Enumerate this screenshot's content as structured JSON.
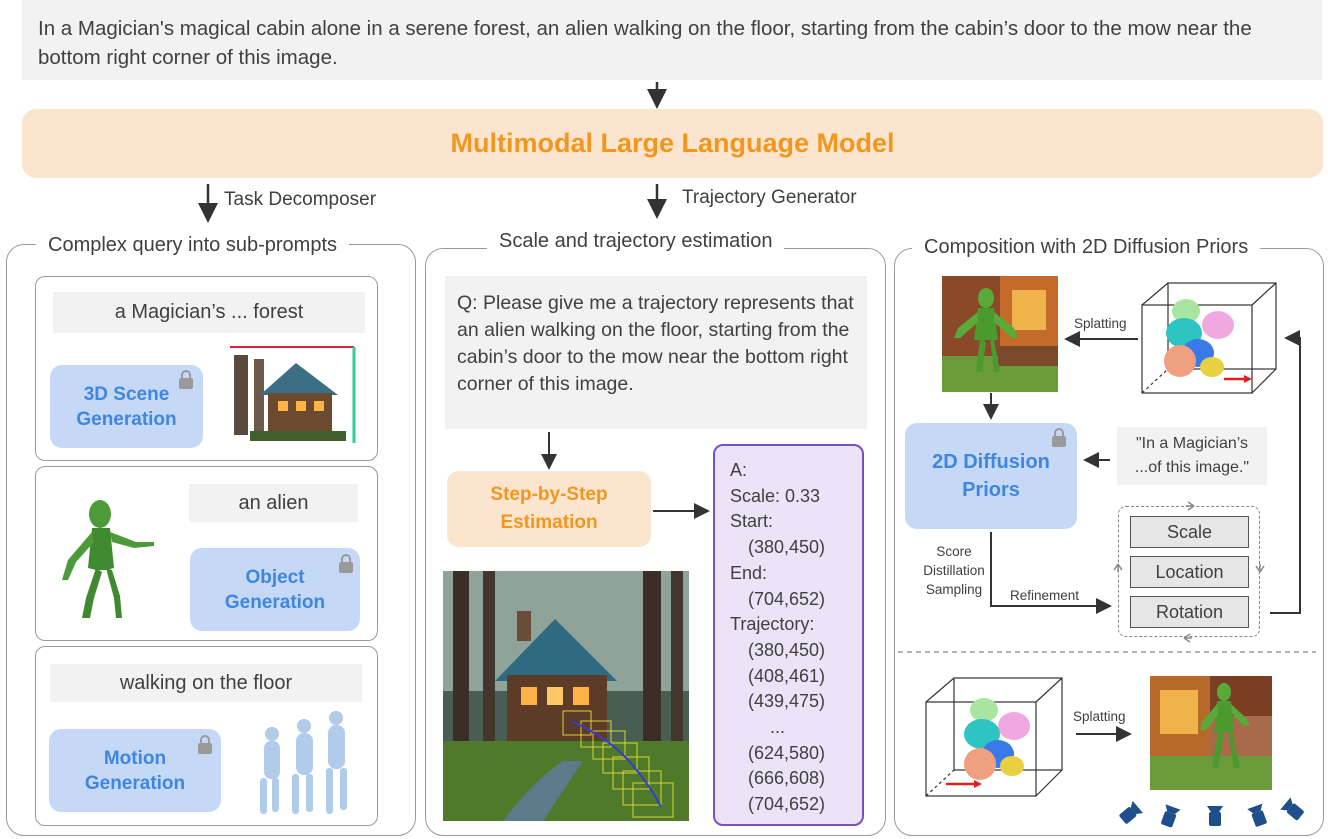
{
  "query": "In a Magician's magical cabin alone in a serene forest, an alien walking on the floor, starting from the cabin’s door to the mow near the bottom right corner of this image.",
  "mllm": "Multimodal Large Language Model",
  "task_decomposer": "Task Decomposer",
  "trajectory_generator": "Trajectory Generator",
  "left": {
    "title": "Complex query into sub-prompts",
    "scene": {
      "prompt": "a Magician’s ... forest",
      "module": "3D Scene Generation"
    },
    "object": {
      "prompt": "an alien",
      "module": "Object Generation"
    },
    "motion": {
      "prompt": "walking on the floor",
      "module": "Motion Generation"
    }
  },
  "middle": {
    "title": "Scale and trajectory estimation",
    "question": "Q: Please give me a trajectory represents that an alien walking on the floor, starting from the cabin’s door to the mow near the bottom right corner of this image.",
    "step_box": "Step-by-Step Estimation",
    "answer": {
      "label": "A:",
      "scale": "Scale: 0.33",
      "start_label": "Start:",
      "start": "(380,450)",
      "end_label": "End:",
      "end": "(704,652)",
      "trajectory_label": "Trajectory:",
      "points": [
        "(380,450)",
        "(408,461)",
        "(439,475)",
        "...",
        "(624,580)",
        "(666,608)",
        "(704,652)"
      ]
    }
  },
  "right": {
    "title": "Composition with 2D Diffusion Priors",
    "splatting_top": "Splatting",
    "splatting_bottom": "Splatting",
    "diffusion": "2D Diffusion Priors",
    "quote": "\"In a Magician’s ...of this image.\"",
    "sds": "Score Distillation Sampling",
    "refinement": "Refinement",
    "params": [
      "Scale",
      "Location",
      "Rotation"
    ]
  },
  "colors": {
    "orange": "#f2961e",
    "blue_text": "#3f86e0",
    "blue_box": "#c5d9f6",
    "orange_box": "#fce5cf",
    "purple": "#7a4fc0"
  }
}
